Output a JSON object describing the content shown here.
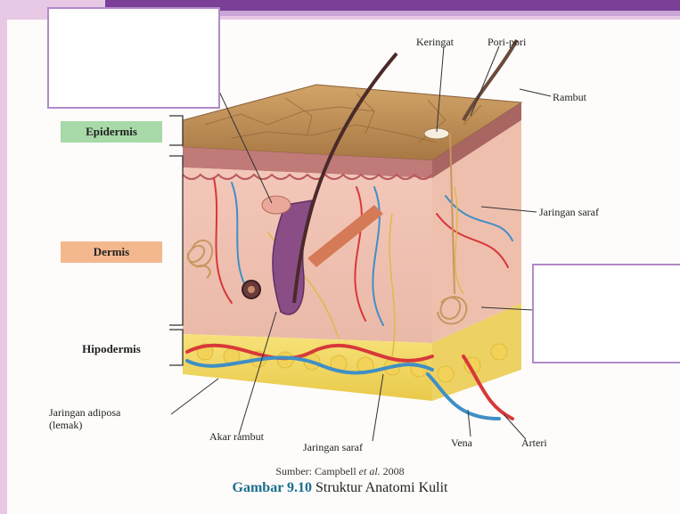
{
  "labels": {
    "epidermis": "Epidermis",
    "dermis": "Dermis",
    "hipodermis": "Hipodermis",
    "keringat": "Keringat",
    "pori_pori": "Pori-pori",
    "rambut": "Rambut",
    "jaringan_saraf_right": "Jaringan saraf",
    "jaringan_adiposa": "Jaringan adiposa (lemak)",
    "akar_rambut": "Akar rambut",
    "jaringan_saraf_bottom": "Jaringan saraf",
    "vena": "Vena",
    "arteri": "Arteri"
  },
  "source": {
    "prefix": "Sumber: Campbell ",
    "italic": "et al.",
    "year": " 2008"
  },
  "caption": {
    "number": "Gambar 9.10",
    "title": " Struktur Anatomi Kulit"
  },
  "colors": {
    "epidermis_bg": "#a8d9a8",
    "dermis_bg": "#f4b88e",
    "box_border": "#b28ac8",
    "caption_accent": "#1b6e8f"
  }
}
